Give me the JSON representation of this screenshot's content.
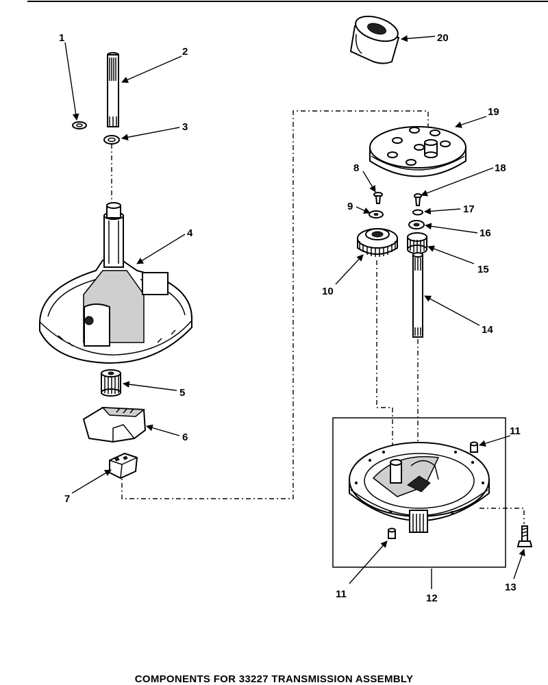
{
  "diagram": {
    "caption": "COMPONENTS FOR 33227 TRANSMISSION ASSEMBLY",
    "callouts": {
      "c1": "1",
      "c2": "2",
      "c3": "3",
      "c4": "4",
      "c5": "5",
      "c6": "6",
      "c7": "7",
      "c8": "8",
      "c9": "9",
      "c10": "10",
      "c11a": "11",
      "c11b": "11",
      "c12": "12",
      "c13": "13",
      "c14": "14",
      "c15": "15",
      "c16": "16",
      "c17": "17",
      "c18": "18",
      "c19": "19",
      "c20": "20"
    }
  }
}
